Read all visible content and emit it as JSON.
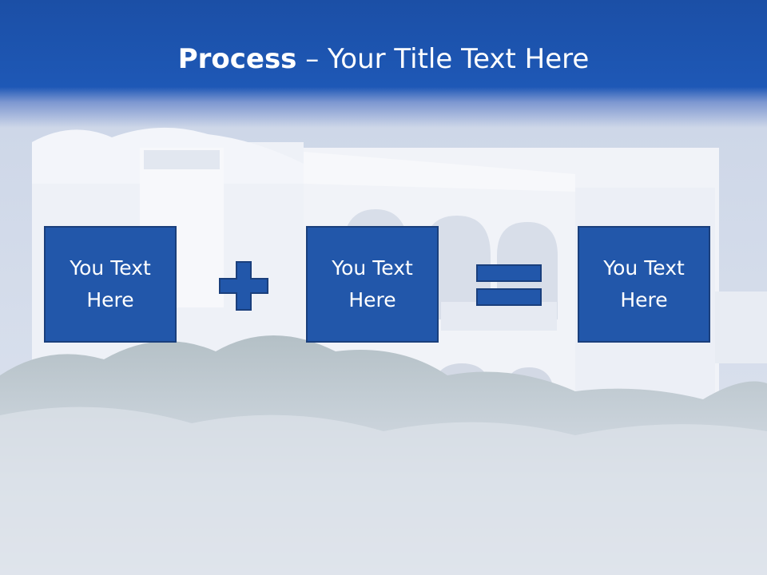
{
  "slide": {
    "title_bold": "Process",
    "title_rest": " – Your Title Text Here",
    "boxes": [
      {
        "text": "You Text Here"
      },
      {
        "text": "You Text Here"
      },
      {
        "text": "You Text Here"
      }
    ],
    "operators": [
      "plus-icon",
      "equals-icon"
    ],
    "colors": {
      "title_band": "#1e58b6",
      "box_fill": "#2257aa",
      "box_border": "#1a3f7c",
      "text": "#ffffff"
    }
  }
}
